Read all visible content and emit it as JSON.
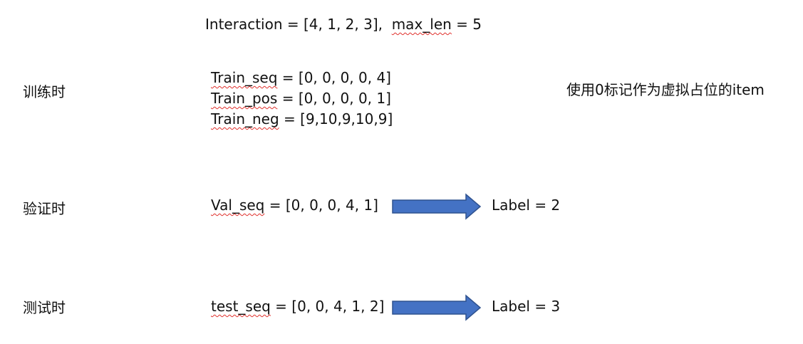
{
  "header": {
    "prefix": "Interaction = [4, 1, 2, 3],  ",
    "maxlen_name": "max_len",
    "suffix": " = 5"
  },
  "train": {
    "label": "训练时",
    "seq": {
      "name": "Train_seq",
      "rest": " = [0, 0, 0, 0, 4]"
    },
    "pos": {
      "name": "Train_pos",
      "rest": " = [0, 0, 0, 0, 1]"
    },
    "neg": {
      "name": "Train_neg",
      "rest": " = [9,10,9,10,9]"
    },
    "note": "使用0标记作为虚拟占位的item"
  },
  "val": {
    "label": "验证时",
    "seq": {
      "name": "Val_seq",
      "rest": " = [0, 0, 0, 4, 1]"
    },
    "result": "Label = 2"
  },
  "test": {
    "label": "测试时",
    "seq": {
      "name": "test_seq",
      "rest": " = [0, 0, 4, 1, 2]"
    },
    "result": "Label = 3"
  },
  "colors": {
    "arrow_fill": "#4472c4",
    "arrow_stroke": "#2f528f",
    "squiggle": "#e0302c"
  }
}
